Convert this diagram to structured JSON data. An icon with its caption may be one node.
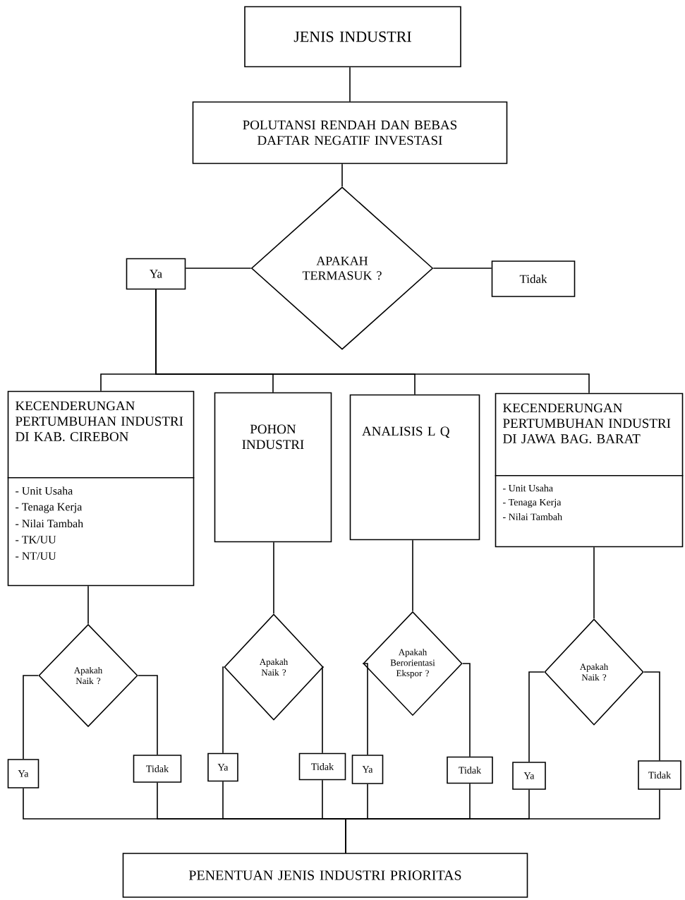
{
  "diagram": {
    "nodes": [
      {
        "text": [
          "JENIS INDUSTRI"
        ]
      },
      {
        "text": [
          "POLUTANSI RENDAH DAN BEBAS DAFTAR NEGATIF INVESTASI"
        ]
      },
      {
        "text": [
          "APAKAH TERMASUK ?"
        ]
      },
      {
        "text": [
          "Ya"
        ]
      },
      {
        "text": [
          "Tidak"
        ]
      },
      {
        "text": [
          "KECENDERUNGAN PERTUMBUHAN INDUSTRI DI KAB. CIREBON",
          "- Unit Usaha",
          "- Tenaga Kerja",
          "- Nilai Tambah",
          "- TK/UU",
          "- NT/UU"
        ]
      },
      {
        "text": [
          "POHON INDUSTRI"
        ]
      },
      {
        "text": [
          "ANALISIS L Q"
        ]
      },
      {
        "text": [
          "KECENDERUNGAN PERTUMBUHAN INDUSTRI DI JAWA BAG. BARAT",
          "- Unit Usaha",
          "- Tenaga Kerja",
          "- Nilai Tambah"
        ]
      },
      {
        "text": [
          "Apakah Naik ?"
        ]
      },
      {
        "text": [
          "Ya"
        ]
      },
      {
        "text": [
          "Tidak"
        ]
      },
      {
        "text": [
          "Apakah Naik ?"
        ]
      },
      {
        "text": [
          "Ya"
        ]
      },
      {
        "text": [
          "Tidak"
        ]
      },
      {
        "text": [
          "Apakah Berorientasi Ekspor ?"
        ]
      },
      {
        "text": [
          "Ya"
        ]
      },
      {
        "text": [
          "Tidak"
        ]
      },
      {
        "text": [
          "Apakah Naik ?"
        ]
      },
      {
        "text": [
          "Ya"
        ]
      },
      {
        "text": [
          "Tidak"
        ]
      },
      {
        "text": [
          "PENENTUAN JENIS INDUSTRI PRIORITAS"
        ]
      }
    ],
    "edges": [
      {
        "from": 0,
        "to": 1,
        "arrow": "none"
      },
      {
        "from": 1,
        "to": 2,
        "arrow": "none"
      },
      {
        "from": 2,
        "to": 3,
        "arrow": "none"
      },
      {
        "from": 2,
        "to": 4,
        "arrow": "none"
      },
      {
        "from": 3,
        "to": 5,
        "arrow": "none"
      },
      {
        "from": 3,
        "to": 6,
        "arrow": "none"
      },
      {
        "from": 3,
        "to": 7,
        "arrow": "none"
      },
      {
        "from": 3,
        "to": 8,
        "arrow": "none"
      },
      {
        "from": 5,
        "to": 9,
        "arrow": "none"
      },
      {
        "from": 6,
        "to": 12,
        "arrow": "none"
      },
      {
        "from": 7,
        "to": 15,
        "arrow": "none"
      },
      {
        "from": 8,
        "to": 18,
        "arrow": "none"
      },
      {
        "from": 9,
        "to": 10,
        "arrow": "none"
      },
      {
        "from": 9,
        "to": 11,
        "arrow": "none"
      },
      {
        "from": 12,
        "to": 13,
        "arrow": "none"
      },
      {
        "from": 12,
        "to": 14,
        "arrow": "none"
      },
      {
        "from": 15,
        "to": 16,
        "arrow": "none"
      },
      {
        "from": 15,
        "to": 17,
        "arrow": "none"
      },
      {
        "from": 18,
        "to": 19,
        "arrow": "none"
      },
      {
        "from": 18,
        "to": 20,
        "arrow": "none"
      },
      {
        "from": 10,
        "to": 21,
        "arrow": "none"
      },
      {
        "from": 11,
        "to": 21,
        "arrow": "none"
      },
      {
        "from": 13,
        "to": 21,
        "arrow": "none"
      },
      {
        "from": 14,
        "to": 21,
        "arrow": "none"
      },
      {
        "from": 16,
        "to": 21,
        "arrow": "none"
      },
      {
        "from": 17,
        "to": 21,
        "arrow": "none"
      },
      {
        "from": 19,
        "to": 21,
        "arrow": "none"
      },
      {
        "from": 20,
        "to": 21,
        "arrow": "none"
      }
    ]
  }
}
